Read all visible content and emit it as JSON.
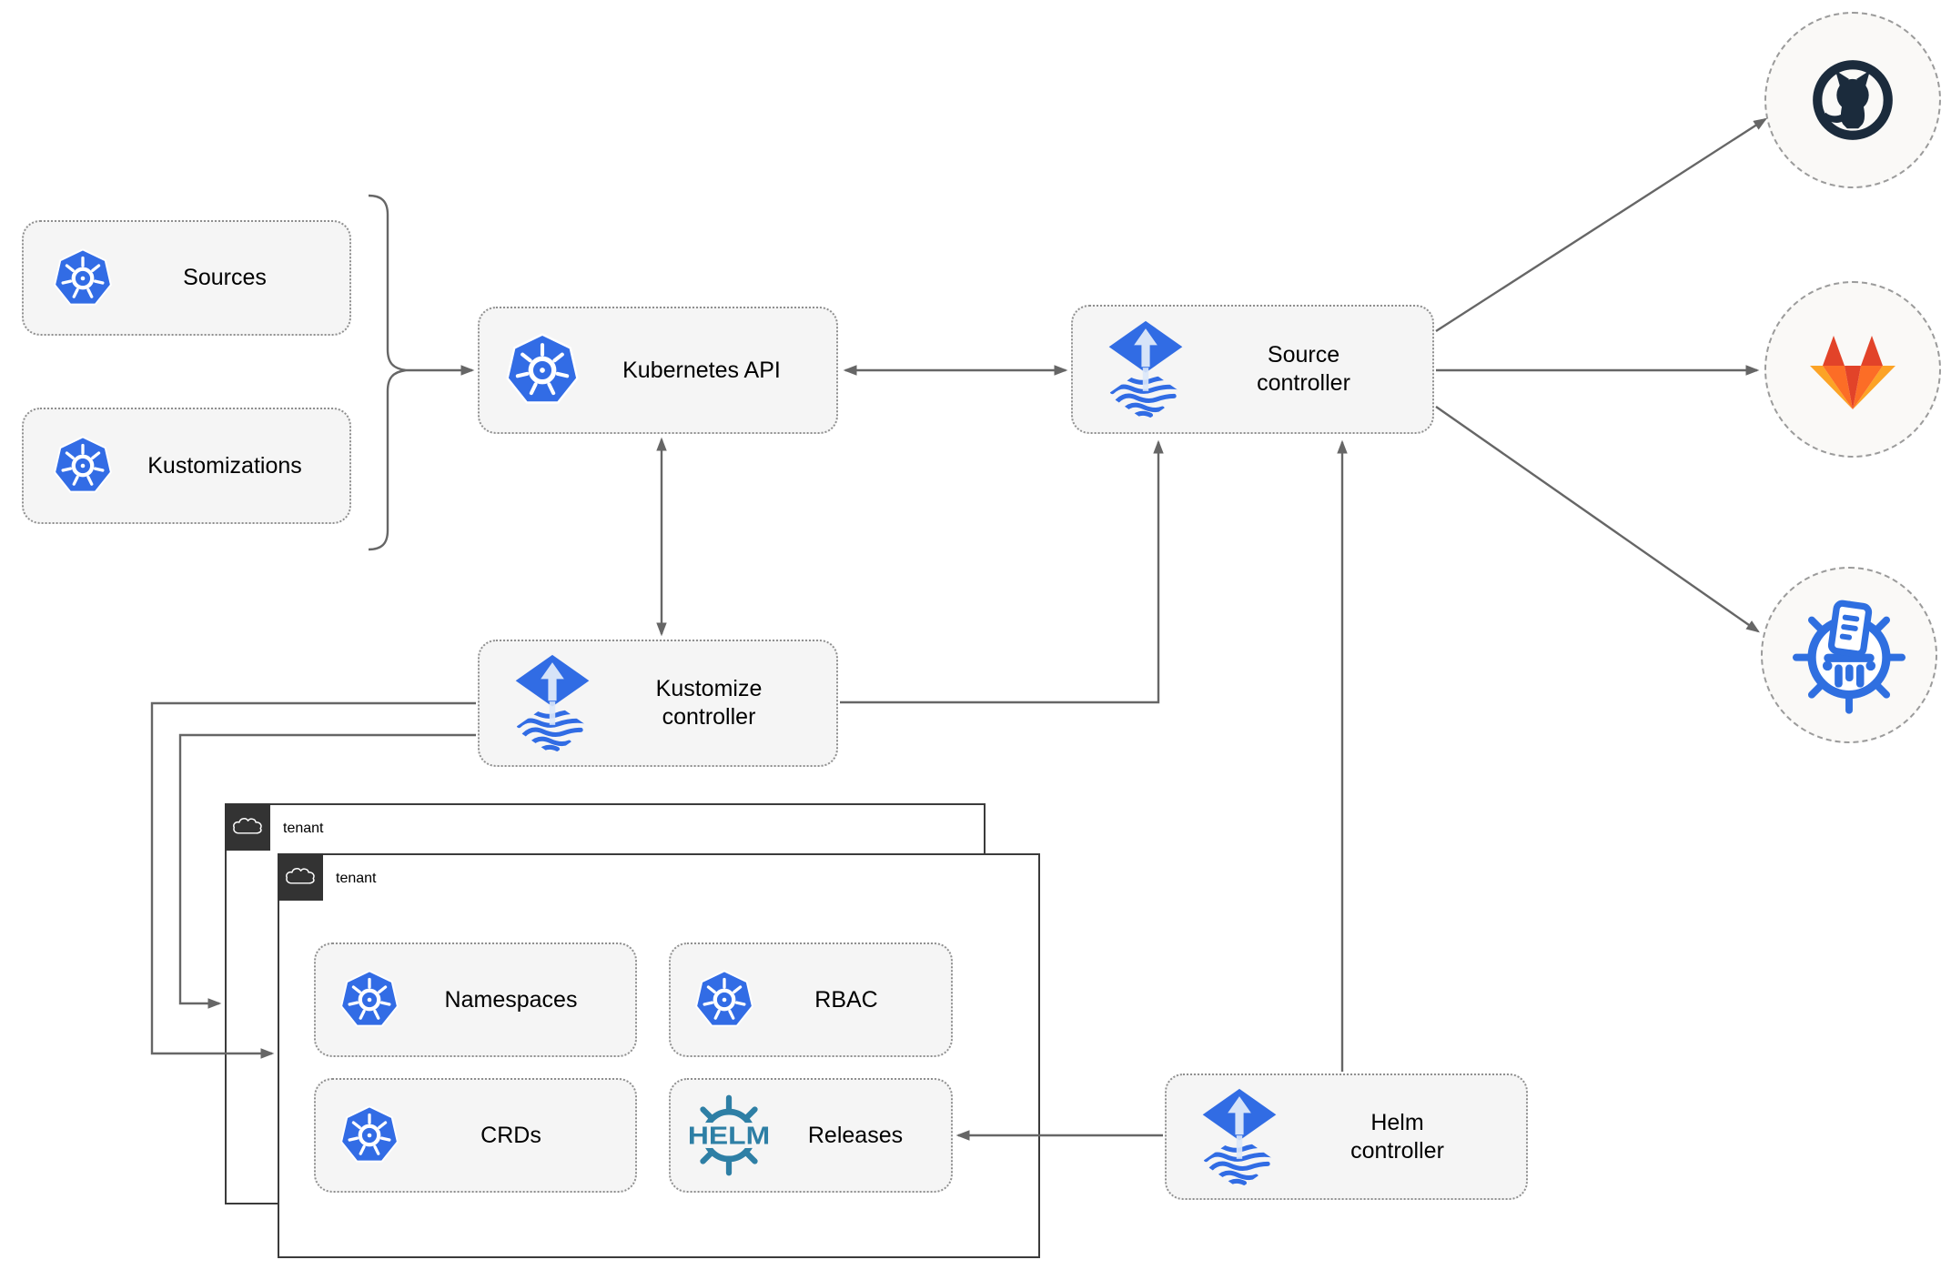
{
  "nodes": {
    "sources": {
      "label": "Sources",
      "icon": "kubernetes-icon"
    },
    "kustomizations": {
      "label": "Kustomizations",
      "icon": "kubernetes-icon"
    },
    "kubernetes_api": {
      "label": "Kubernetes API",
      "icon": "kubernetes-icon"
    },
    "source_controller": {
      "line1": "Source",
      "line2": "controller",
      "icon": "flux-icon"
    },
    "kustomize_controller": {
      "line1": "Kustomize",
      "line2": "controller",
      "icon": "flux-icon"
    },
    "helm_controller": {
      "line1": "Helm",
      "line2": "controller",
      "icon": "flux-icon"
    }
  },
  "tenants": {
    "back": {
      "label": "tenant",
      "icon": "cloud-icon"
    },
    "front": {
      "label": "tenant",
      "icon": "cloud-icon"
    }
  },
  "resources": {
    "namespaces": {
      "label": "Namespaces",
      "icon": "kubernetes-icon"
    },
    "rbac": {
      "label": "RBAC",
      "icon": "kubernetes-icon"
    },
    "crds": {
      "label": "CRDs",
      "icon": "kubernetes-icon"
    },
    "releases": {
      "label": "Releases",
      "icon": "helm-wheel-icon",
      "logo_text": "HELM"
    }
  },
  "external_repositories": {
    "github": {
      "icon": "github-icon"
    },
    "gitlab": {
      "icon": "gitlab-icon"
    },
    "helm_repository": {
      "icon": "chartmuseum-wheel-icon"
    }
  },
  "colors": {
    "kubernetes_blue": "#326CE5",
    "flux_blue": "#316CE4",
    "helm_teal": "#2E7FA5",
    "chartmuseum_blue": "#2F6FE0",
    "github_dark": "#1B2B3C",
    "gitlab_red_orange": "#E24329",
    "gitlab_orange": "#FC6D26",
    "gitlab_light_orange": "#FCA326",
    "node_fill": "#F5F5F5",
    "tenant_tab_dark": "#333333",
    "connector_gray": "#666666"
  }
}
